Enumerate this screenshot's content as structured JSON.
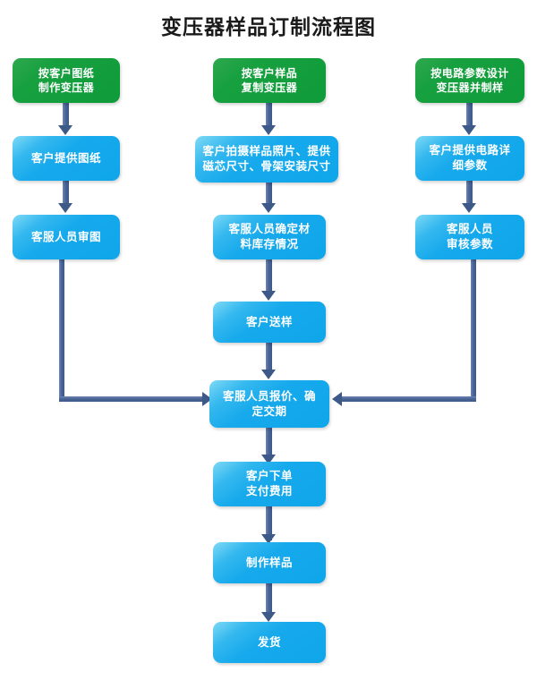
{
  "title": "变压器样品订制流程图",
  "colors": {
    "green_node": "#12a03c",
    "blue_node": "#11a8ec",
    "connector": "#4a6596",
    "canvas": "#ffffff",
    "title_text": "#1a1a1a",
    "node_text": "#ffffff"
  },
  "columns": {
    "left": {
      "header": "按客户图纸\n制作变压器",
      "header_line1": "按客户图纸",
      "header_line2": "制作变压器",
      "steps": [
        {
          "line1": "客户提供图纸",
          "line2": ""
        },
        {
          "line1": "客服人员审图",
          "line2": ""
        }
      ]
    },
    "center": {
      "header_line1": "按客户样品",
      "header_line2": "复制变压器",
      "steps": [
        {
          "line1": "客户拍摄样品照片、提供",
          "line2": "磁芯尺寸、骨架安装尺寸"
        },
        {
          "line1": "客服人员确定材",
          "line2": "料库存情况"
        },
        {
          "line1": "客户送样",
          "line2": ""
        }
      ]
    },
    "right": {
      "header_line1": "按电路参数设计",
      "header_line2": "变压器并制样",
      "steps": [
        {
          "line1": "客户提供电路详",
          "line2": "细参数"
        },
        {
          "line1": "客服人员",
          "line2": "审核参数"
        }
      ]
    }
  },
  "trunk": {
    "steps": [
      {
        "line1": "客服人员报价、确",
        "line2": "定交期"
      },
      {
        "line1": "客户下单",
        "line2": "支付费用"
      },
      {
        "line1": "制作样品",
        "line2": ""
      },
      {
        "line1": "发货",
        "line2": ""
      }
    ]
  }
}
